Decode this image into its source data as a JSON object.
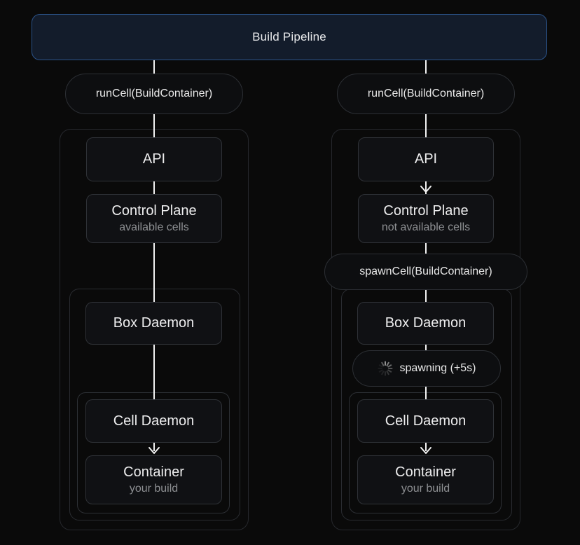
{
  "header": {
    "title": "Build Pipeline"
  },
  "colors": {
    "background": "#0a0a0a",
    "header_bg": "#131c2b",
    "header_border": "#2b5389",
    "node_bg": "#101114",
    "node_border": "#2f3237",
    "group_border": "#26282d",
    "line": "#f2f2f2",
    "title_text": "#ededee",
    "subtitle_text": "#8d8f92"
  },
  "icons": {
    "spinner": "loading-spinner-icon"
  },
  "left": {
    "run_pill": "runCell(BuildContainer)",
    "api": "API",
    "control_plane": {
      "title": "Control Plane",
      "subtitle": "available cells"
    },
    "box_daemon": "Box Daemon",
    "cell_daemon": "Cell Daemon",
    "container": {
      "title": "Container",
      "subtitle": "your build"
    }
  },
  "right": {
    "run_pill": "runCell(BuildContainer)",
    "api": "API",
    "control_plane": {
      "title": "Control Plane",
      "subtitle": "not available cells"
    },
    "spawn_pill": "spawnCell(BuildContainer)",
    "spawning_pill": "spawning (+5s)",
    "box_daemon": "Box Daemon",
    "cell_daemon": "Cell Daemon",
    "container": {
      "title": "Container",
      "subtitle": "your build"
    }
  }
}
